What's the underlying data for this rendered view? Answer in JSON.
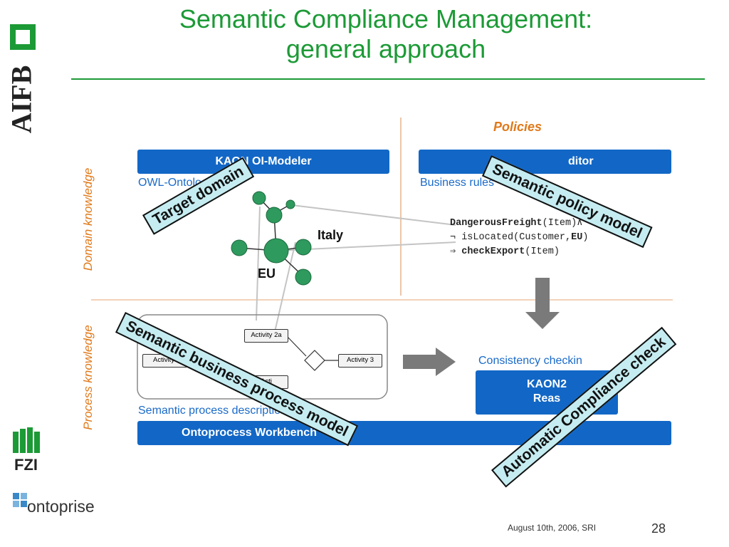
{
  "slide": {
    "title_line1": "Semantic Compliance Management:",
    "title_line2": "general approach",
    "footer_date": "August 10th, 2006, SRI",
    "page_number": "28"
  },
  "logos": {
    "aifb": "AIFB",
    "fzi": "FZI",
    "ontoprise": "ontoprise"
  },
  "diagram": {
    "policies_label": "Policies",
    "domain_knowledge": "Domain knowledge",
    "process_knowledge": "Process knowledge",
    "kaon_modeler": "KAON OI-Modeler",
    "owl_ontologies": "OWL-Ontologies",
    "policy_editor_bar": "ditor",
    "business_rules": "Business rules",
    "rule_line1_bold": "DangerousFreight",
    "rule_line1_rest": "(Item)∧",
    "rule_line2_pre": "¬ isLocated(Customer,",
    "rule_line2_bold": "EU",
    "rule_line2_post": ")",
    "rule_line3_arrow": "⇒ ",
    "rule_line3_bold": "checkExport",
    "rule_line3_rest": "(Item)",
    "node_italy": "Italy",
    "node_eu": "EU",
    "activity_1": "Activity 1",
    "activity_2a": "Activity 2a",
    "activity_2b": "Acti",
    "activity_3": "Activity 3",
    "semantic_process_description": "Semantic process description",
    "ontoprocess_workbench": "Ontoprocess Workbench",
    "consistency_checking": "Consistency checkin",
    "kaon2_line1": "KAON2",
    "kaon2_line2": "Reas",
    "stamp_target_domain": "Target domain",
    "stamp_semantic_policy_model": "Semantic policy model",
    "stamp_semantic_business_process_model": "Semantic business process model",
    "stamp_automatic_compliance_check": "Automatic Compliance check"
  },
  "colors": {
    "title_green": "#1c9a36",
    "bar_blue": "#1267c6",
    "orange": "#e0791a",
    "node_green": "#2e9a5e",
    "stamp_bg": "#c5ecf1"
  }
}
